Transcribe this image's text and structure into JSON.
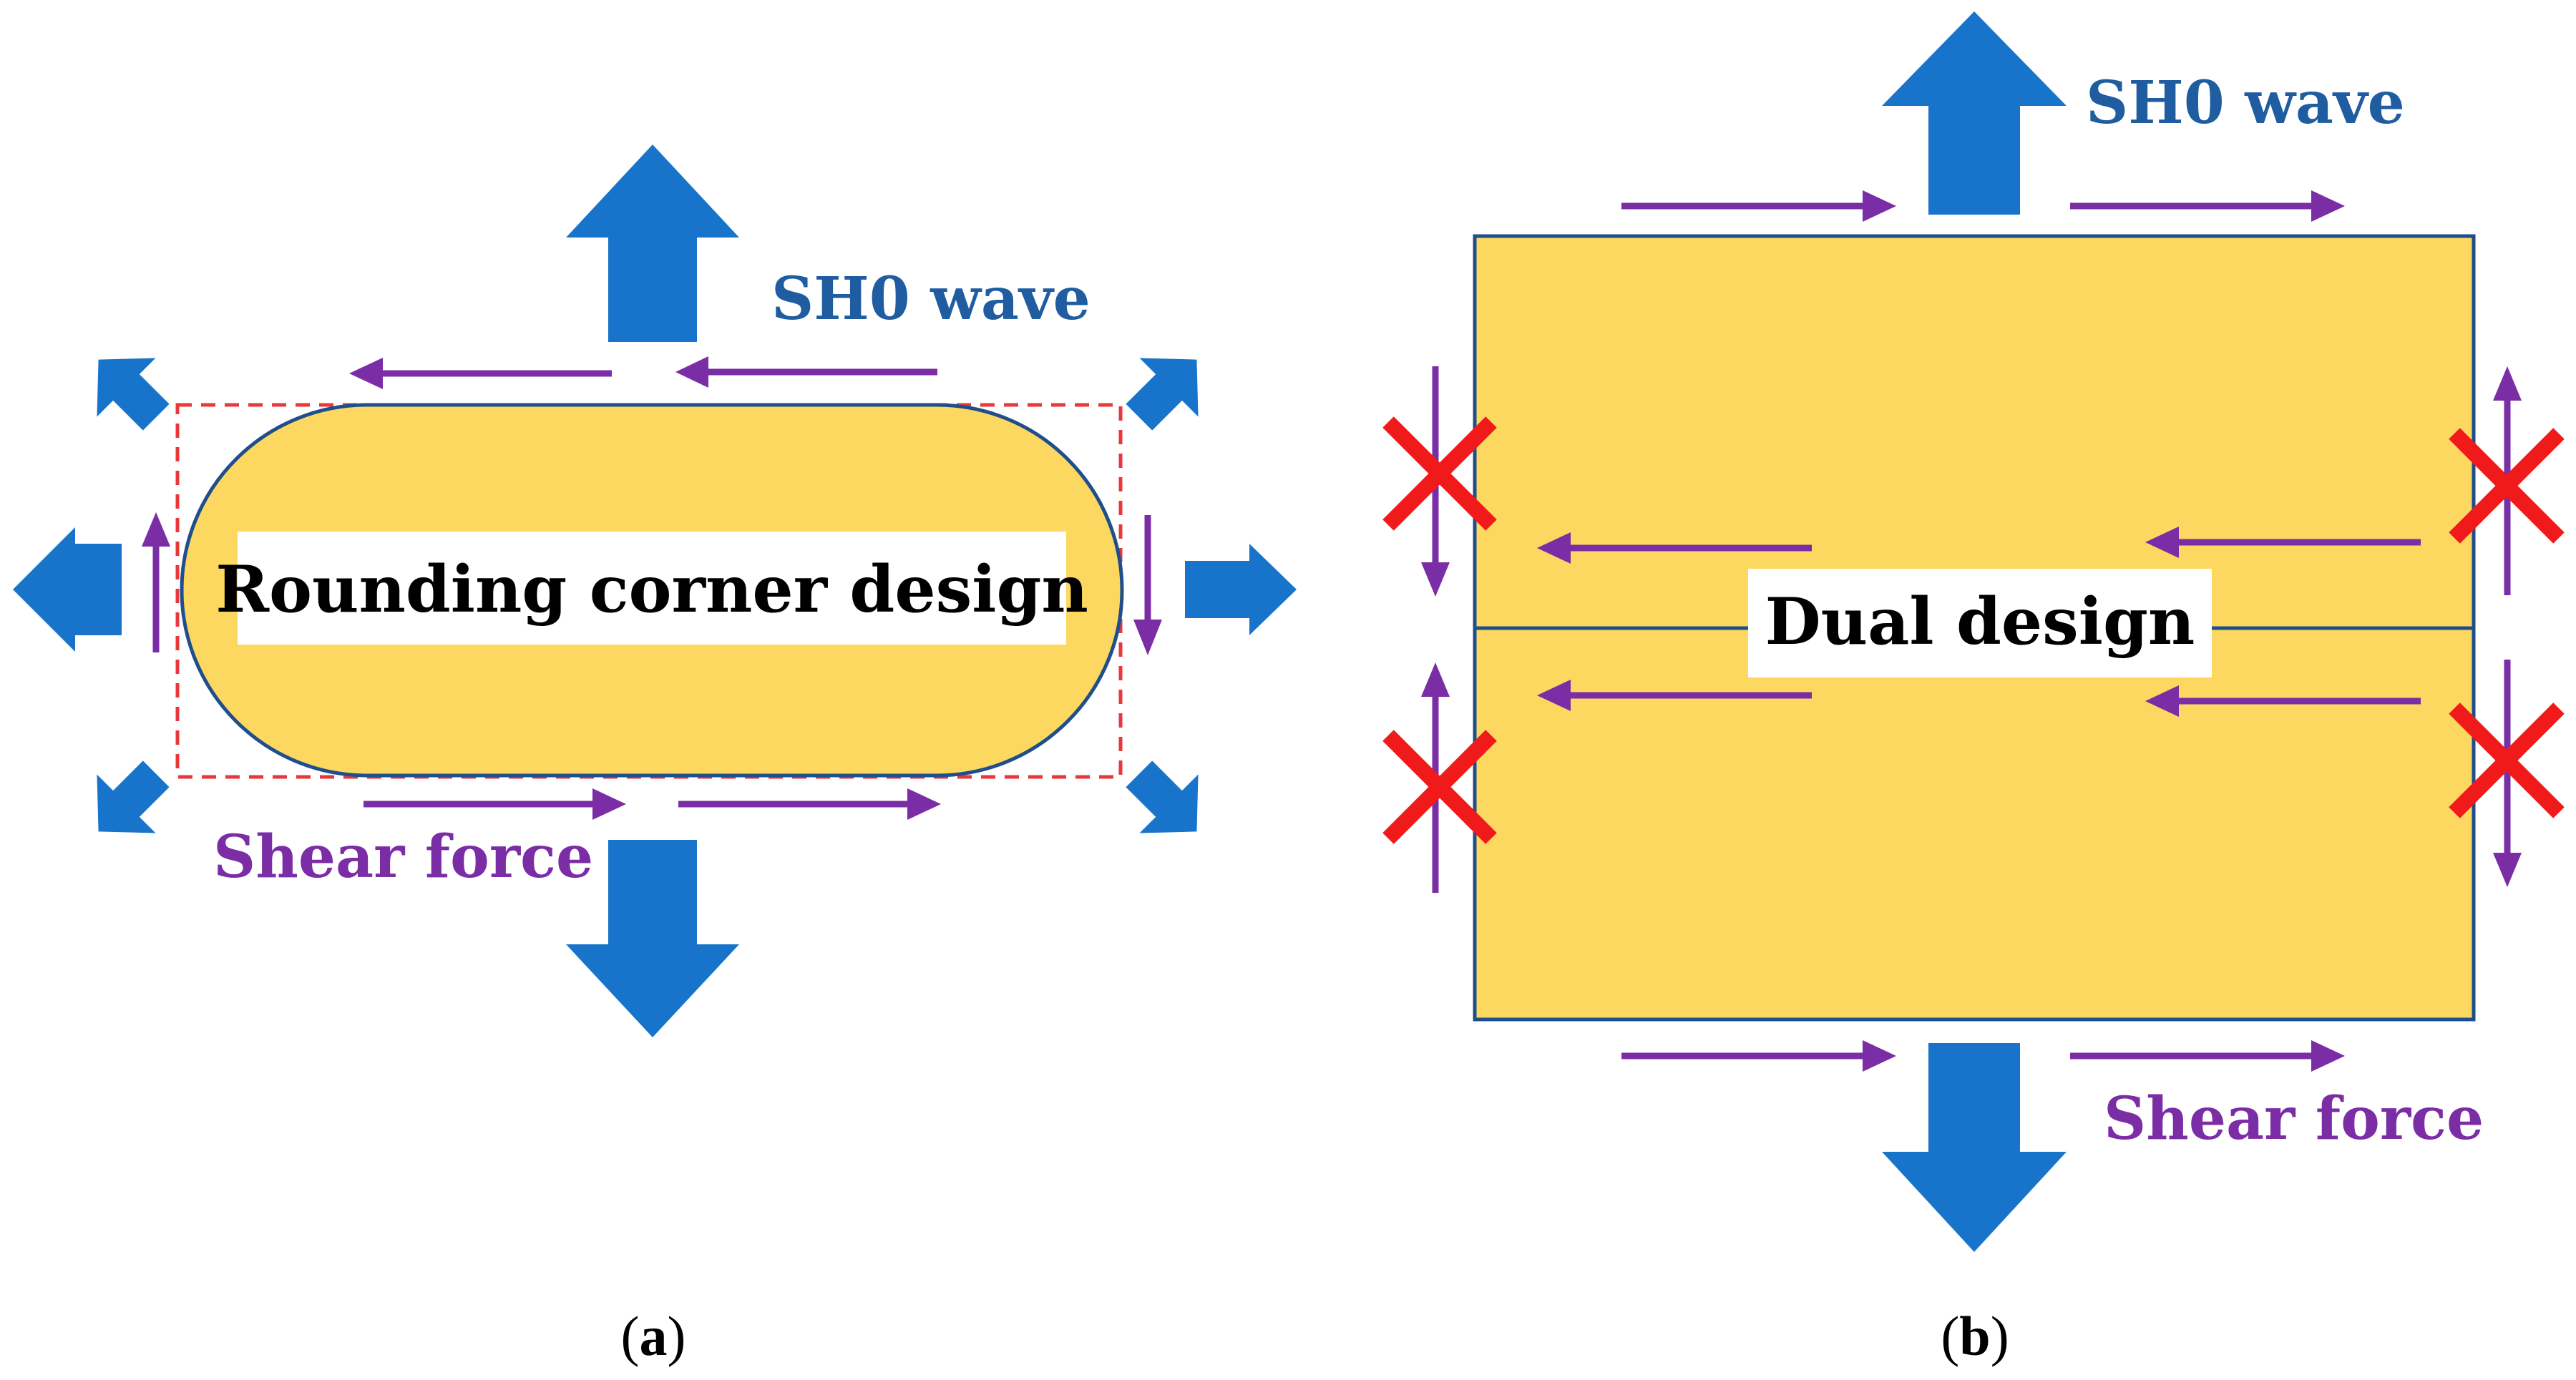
{
  "colors": {
    "wave_arrow": "#1874CA",
    "shear_arrow": "#7B2DA6",
    "plate_fill": "#FDD860",
    "plate_stroke": "#1F4E8C",
    "dashed_box": "#E8383B",
    "cross": "#F11A1A",
    "wave_text": "#1F5DA0",
    "shear_text": "#7B2DA6",
    "label_text": "#000000"
  },
  "panel_a": {
    "center_label": "Rounding corner design",
    "wave_label": "SH0 wave",
    "shear_label": "Shear force",
    "caption_open": "(",
    "caption_letter": "a",
    "caption_close": ")"
  },
  "panel_b": {
    "center_label": "Dual design",
    "wave_label": "SH0 wave",
    "shear_label": "Shear force",
    "caption_open": "(",
    "caption_letter": "b",
    "caption_close": ")"
  }
}
